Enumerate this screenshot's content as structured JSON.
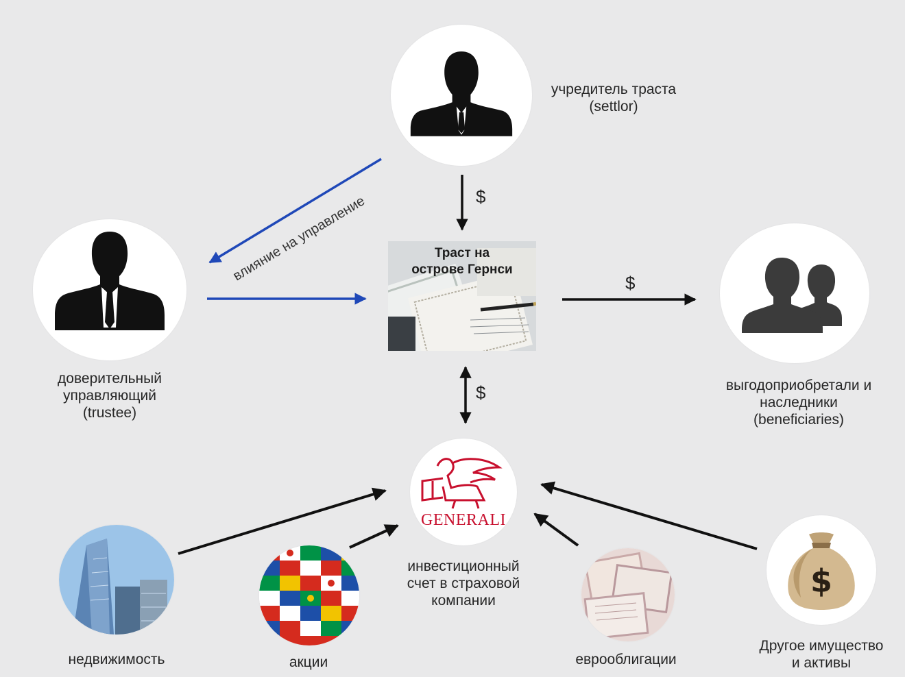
{
  "nodes": {
    "settlor": {
      "label_lines": [
        "учредитель траста",
        "(settlor)"
      ]
    },
    "trustee": {
      "label_lines": [
        "доверительный",
        "управляющий",
        "(trustee)"
      ]
    },
    "trust": {
      "title_lines": [
        "Траст на",
        "острове Гернси"
      ]
    },
    "beneficiaries": {
      "label_lines": [
        "выгодоприобретали и",
        "наследники",
        "(beneficiaries)"
      ]
    },
    "account": {
      "label_lines": [
        "инвестиционный",
        "счет в страховой",
        "компании"
      ],
      "logo_text": "GENERALI"
    },
    "real_estate": {
      "label": "недвижимость"
    },
    "stocks": {
      "label": "акции"
    },
    "eurobonds": {
      "label": "еврооблигации"
    },
    "other_assets": {
      "label_lines": [
        "Другое имущество",
        "и активы"
      ]
    },
    "money_bag": {
      "symbol": "$"
    }
  },
  "edges": {
    "settlor_to_trust": "$",
    "trust_to_beneficiaries": "$",
    "trust_account": "$",
    "settlor_to_trustee": "влияние на управление"
  },
  "colors": {
    "background": "#e9e9ea",
    "arrow_black": "#111111",
    "arrow_blue": "#1f48b8",
    "generali_red": "#c8102e",
    "silhouette": "#111111"
  }
}
